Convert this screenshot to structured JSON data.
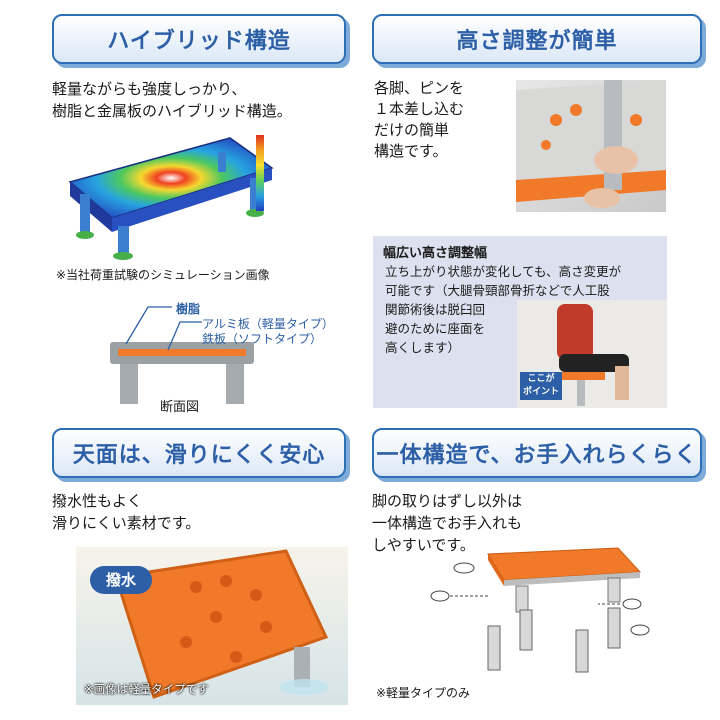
{
  "panels": {
    "hybrid": {
      "title": "ハイブリッド構造",
      "body": "軽量ながらも強度しっかり、\n樹脂と金属板のハイブリッド構造。",
      "note": "※当社荷重試験のシミュレーション画像",
      "labels": {
        "resin": "樹脂",
        "aluminum": "アルミ板（軽量タイプ）",
        "steel": "鉄板（ソフトタイプ）",
        "section": "断面図"
      }
    },
    "height": {
      "title": "高さ調整が簡単",
      "body": "各脚、ピンを\n１本差し込む\nだけの簡単\n構造です。",
      "range": {
        "title": "幅広い高さ調整幅",
        "body": "立ち上がり状態が変化しても、高さ変更が\n可能です（大腿骨頸部骨折などで人工股\n関節術後は脱臼回\n避のために座面を\n高くします）",
        "badge_line1": "ここが",
        "badge_line2": "ポイント"
      }
    },
    "nonslip": {
      "title": "天面は、滑りにくく安心",
      "body": "撥水性もよく\n滑りにくい素材です。",
      "badge": "撥水",
      "note": "※画像は軽量タイプです"
    },
    "onepiece": {
      "title": "一体構造で、お手入れらくらく",
      "body": "脚の取りはずし以外は\n一体構造でお手入れも\nしやすいです。",
      "note": "※軽量タイプのみ"
    }
  },
  "colors": {
    "accent_blue": "#2d5fa6",
    "orange_seat": "#f07a2a"
  }
}
